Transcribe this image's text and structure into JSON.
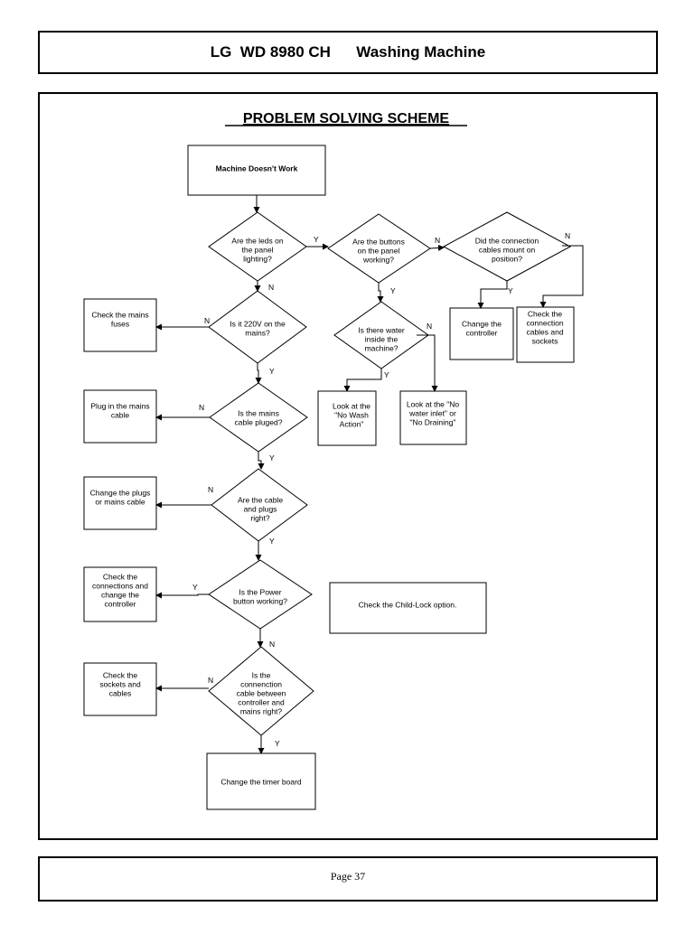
{
  "header": {
    "title": "LG  WD 8980 CH      Washing Machine"
  },
  "footer": {
    "page": "Page 37"
  },
  "diagram": {
    "title": "PROBLEM SOLVING SCHEME",
    "nodes": {
      "start": [
        "Machine Doesn't Work"
      ],
      "d_leds": [
        "Are the leds on",
        "the panel",
        "lighting?"
      ],
      "d_buttons": [
        "Are the buttons",
        "on the panel",
        "working?"
      ],
      "d_cables": [
        "Did the connection",
        "cables mount on",
        "position?"
      ],
      "change_controller": [
        "Change the",
        "controller"
      ],
      "check_conn_cables": [
        "Check the",
        "connection",
        "cables and",
        "sockets"
      ],
      "d_water": [
        "Is there water",
        "inside the",
        "machine?"
      ],
      "no_wash": [
        "Look at the",
        "\"No Wash",
        "Action\""
      ],
      "no_water": [
        "Look at the \"No",
        "water inlet\" or",
        "\"No Draining\""
      ],
      "d_220": [
        "Is it 220V on the",
        "mains?"
      ],
      "fuses": [
        "Check the mains",
        "fuses"
      ],
      "d_plug": [
        "Is the mains",
        "cable pluged?"
      ],
      "plug_in": [
        "Plug in the mains",
        "cable"
      ],
      "d_plugs": [
        "Are the cable",
        "and plugs",
        "right?"
      ],
      "change_plugs": [
        "Change the plugs",
        "or mains cable"
      ],
      "d_power": [
        "Is the Power",
        "button working?"
      ],
      "check_connections": [
        "Check the",
        "connections and",
        "change the",
        "controller"
      ],
      "child_lock": [
        "Check the Child-Lock option."
      ],
      "d_conn": [
        "Is the",
        "connenction",
        "cable between",
        "controller and",
        "mains right?"
      ],
      "check_sockets": [
        "Check the",
        "sockets and",
        "cables"
      ],
      "timer": [
        "Change the timer board"
      ]
    },
    "edge_labels": {
      "leds_y": "Y",
      "leds_n": "N",
      "buttons_n": "N",
      "buttons_y": "Y",
      "cables_n": "N",
      "cables_y": "Y",
      "water_n": "N",
      "water_y": "Y",
      "v220_n": "N",
      "v220_y": "Y",
      "plug_n": "N",
      "plug_y": "Y",
      "plugs_n": "N",
      "plugs_y": "Y",
      "power_y": "Y",
      "power_n": "N",
      "conn_n": "N",
      "conn_y": "Y"
    }
  }
}
